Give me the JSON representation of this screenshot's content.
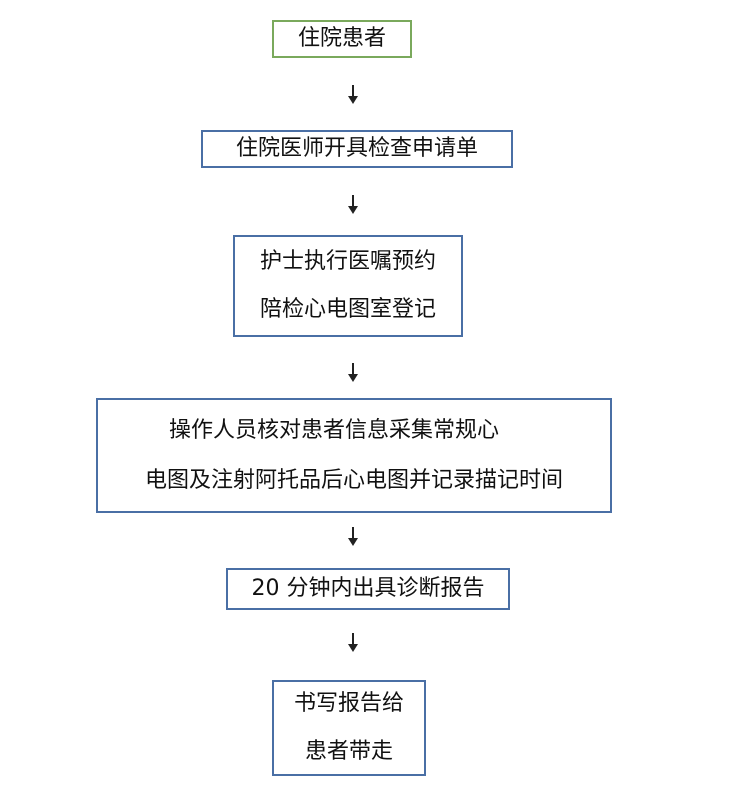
{
  "flowchart": {
    "steps": [
      {
        "lines": [
          "住院患者"
        ]
      },
      {
        "lines": [
          "住院医师开具检查申请单"
        ]
      },
      {
        "lines": [
          "护士执行医嘱预约",
          "陪检心电图室登记"
        ]
      },
      {
        "lines": [
          "操作人员核对患者信息采集常规心",
          "电图及注射阿托品后心电图并记录描记时间"
        ]
      },
      {
        "lines": [
          "20 分钟内出具诊断报告"
        ]
      },
      {
        "lines": [
          "书写报告给",
          "患者带走"
        ]
      }
    ]
  },
  "colors": {
    "start_border": "#7aa95c",
    "box_border": "#4a6fa5",
    "arrow": "#222222"
  }
}
